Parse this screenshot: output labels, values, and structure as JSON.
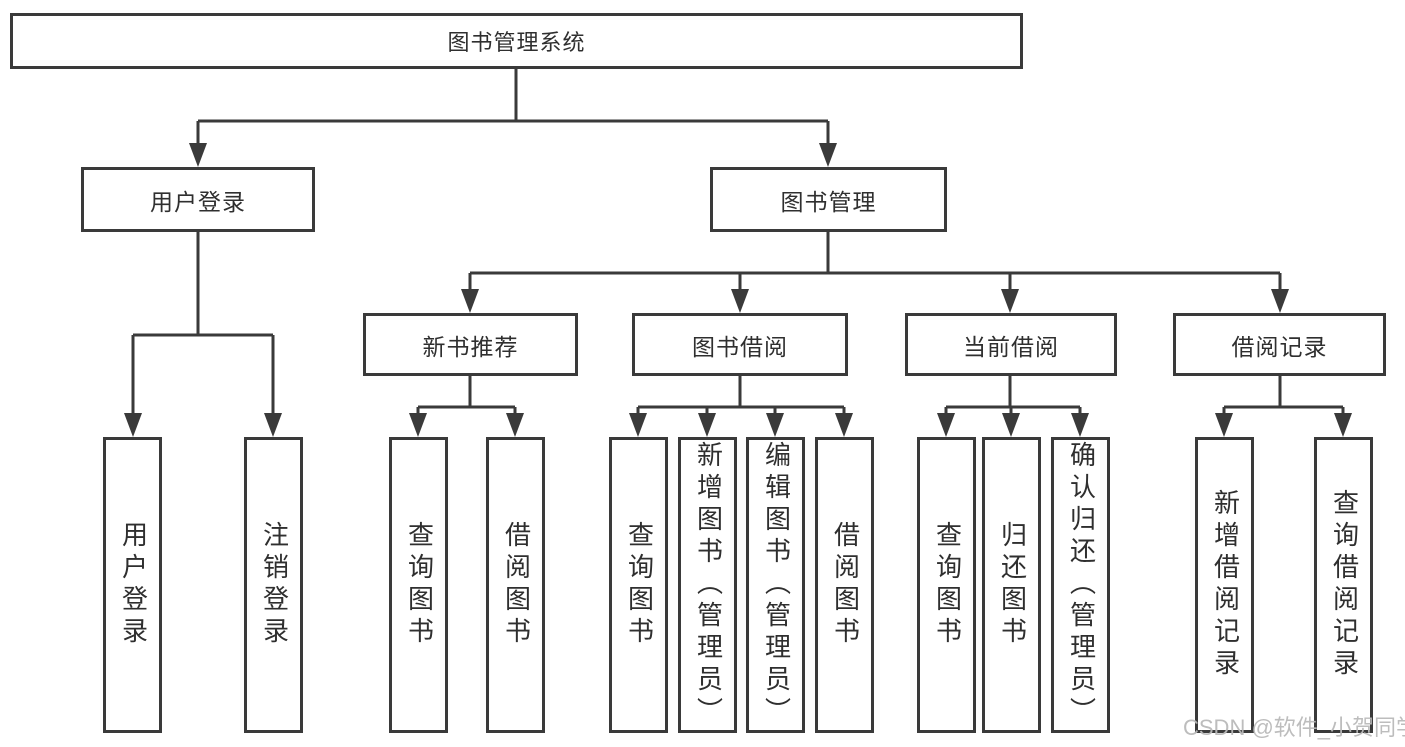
{
  "tree": {
    "label": "图书管理系统",
    "children": [
      {
        "label": "用户登录",
        "children": [
          {
            "label": "用户登录"
          },
          {
            "label": "注销登录"
          }
        ]
      },
      {
        "label": "图书管理",
        "children": [
          {
            "label": "新书推荐",
            "children": [
              {
                "label": "查询图书"
              },
              {
                "label": "借阅图书"
              }
            ]
          },
          {
            "label": "图书借阅",
            "children": [
              {
                "label": "查询图书"
              },
              {
                "label": "新增图书（管理员）"
              },
              {
                "label": "编辑图书（管理员）"
              },
              {
                "label": "借阅图书"
              }
            ]
          },
          {
            "label": "当前借阅",
            "children": [
              {
                "label": "查询图书"
              },
              {
                "label": "归还图书"
              },
              {
                "label": "确认归还（管理员）"
              }
            ]
          },
          {
            "label": "借阅记录",
            "children": [
              {
                "label": "新增借阅记录"
              },
              {
                "label": "查询借阅记录"
              }
            ]
          }
        ]
      }
    ]
  },
  "watermark": {
    "text": "CSDN @软件_小贺同学"
  },
  "colors": {
    "line": "#3a3a3a",
    "text": "#2f2f2f",
    "watermark": "#b9b9b9",
    "background": "#ffffff"
  }
}
